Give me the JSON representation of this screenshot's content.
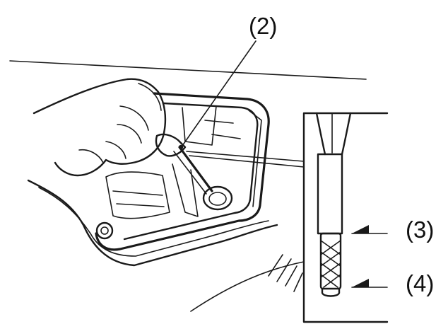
{
  "callouts": {
    "label_2": "(2)",
    "label_3": "(3)",
    "label_4": "(4)"
  },
  "colors": {
    "line": "#1a1a1a",
    "background": "#ffffff"
  }
}
